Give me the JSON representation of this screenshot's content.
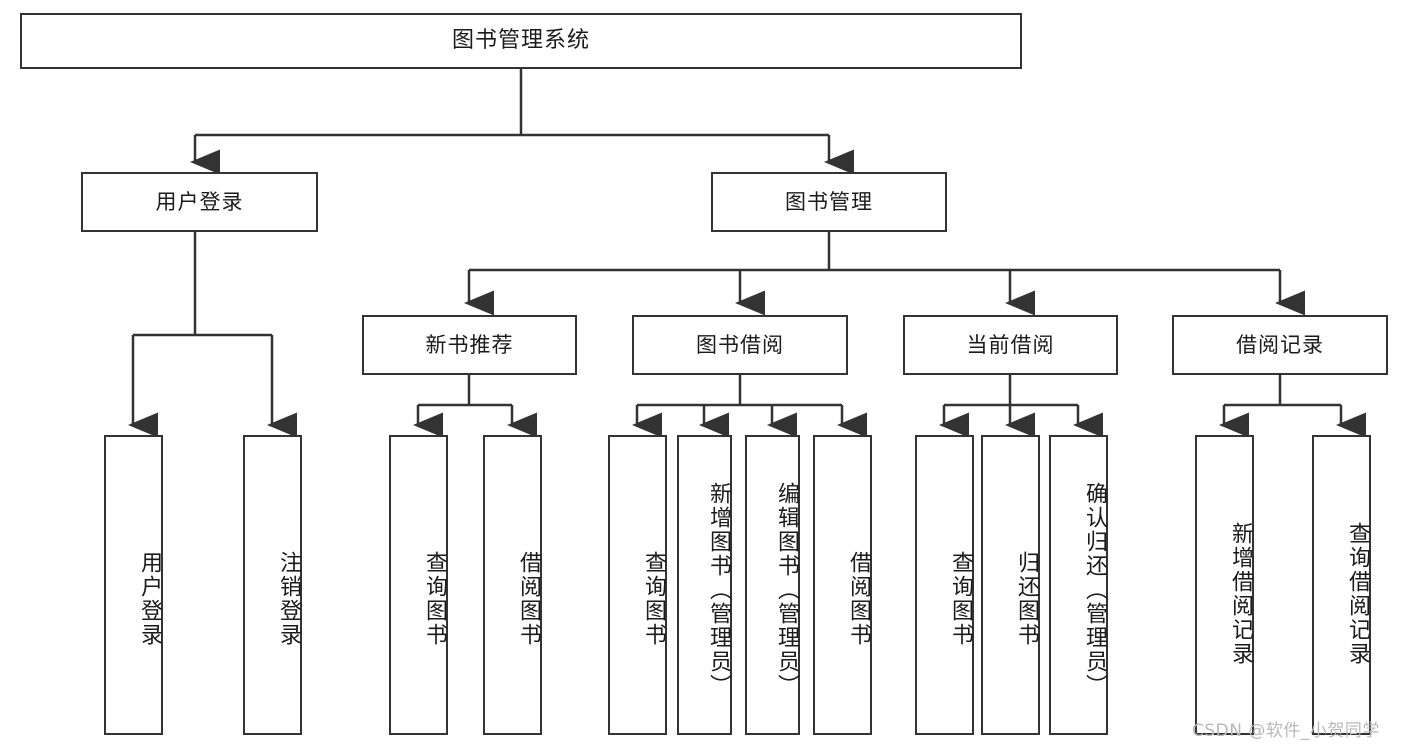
{
  "diagram": {
    "title": "图书管理系统",
    "root": {
      "label": "图书管理系统"
    },
    "level2": [
      {
        "label": "用户登录"
      },
      {
        "label": "图书管理"
      }
    ],
    "level3": [
      {
        "label": "新书推荐"
      },
      {
        "label": "图书借阅"
      },
      {
        "label": "当前借阅"
      },
      {
        "label": "借阅记录"
      }
    ],
    "leaves": [
      {
        "label": "用户登录",
        "parent": "用户登录"
      },
      {
        "label": "注销登录",
        "parent": "用户登录"
      },
      {
        "label": "查询图书",
        "parent": "新书推荐"
      },
      {
        "label": "借阅图书",
        "parent": "新书推荐"
      },
      {
        "label": "查询图书",
        "parent": "图书借阅"
      },
      {
        "label": "新增图书（管理员）",
        "parent": "图书借阅"
      },
      {
        "label": "编辑图书（管理员）",
        "parent": "图书借阅"
      },
      {
        "label": "借阅图书",
        "parent": "图书借阅"
      },
      {
        "label": "查询图书",
        "parent": "当前借阅"
      },
      {
        "label": "归还图书",
        "parent": "当前借阅"
      },
      {
        "label": "确认归还（管理员）",
        "parent": "当前借阅"
      },
      {
        "label": "新增借阅记录",
        "parent": "借阅记录"
      },
      {
        "label": "查询借阅记录",
        "parent": "借阅记录"
      }
    ]
  },
  "watermark": {
    "text": "CSDN @软件_小贺同学"
  },
  "colors": {
    "border": "#333333",
    "background": "#ffffff",
    "text": "#1b1b1b",
    "watermark": "#b9b9b9"
  }
}
